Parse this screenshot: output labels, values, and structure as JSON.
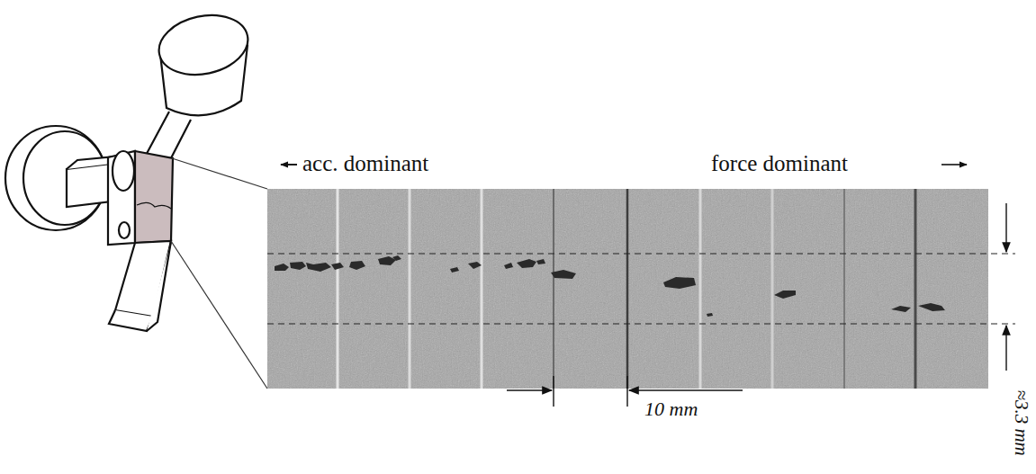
{
  "diagram": {
    "labels": [
      "acc. dominant",
      "force dominant",
      "10 mm",
      "≈3.3 mm"
    ]
  }
}
